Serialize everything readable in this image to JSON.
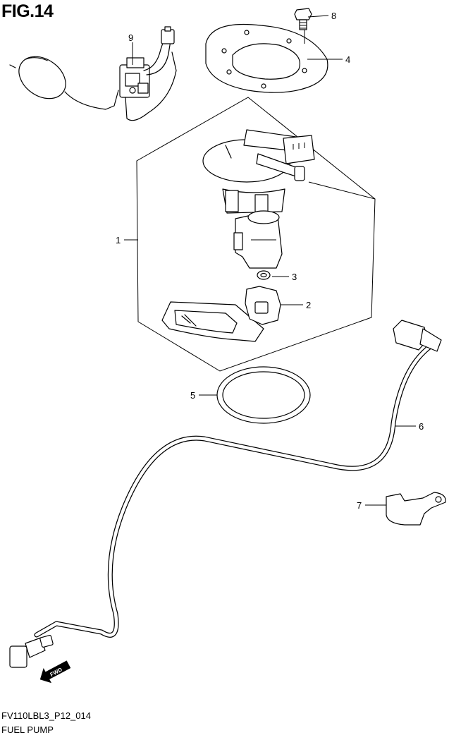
{
  "figure": {
    "title": "FIG.14",
    "code": "FV110LBL3_P12_014",
    "caption": "FUEL PUMP"
  },
  "callouts": {
    "c1": "1",
    "c2": "2",
    "c3": "3",
    "c4": "4",
    "c5": "5",
    "c6": "6",
    "c7": "7",
    "c8": "8",
    "c9": "9"
  },
  "fwd_label": "FWD"
}
